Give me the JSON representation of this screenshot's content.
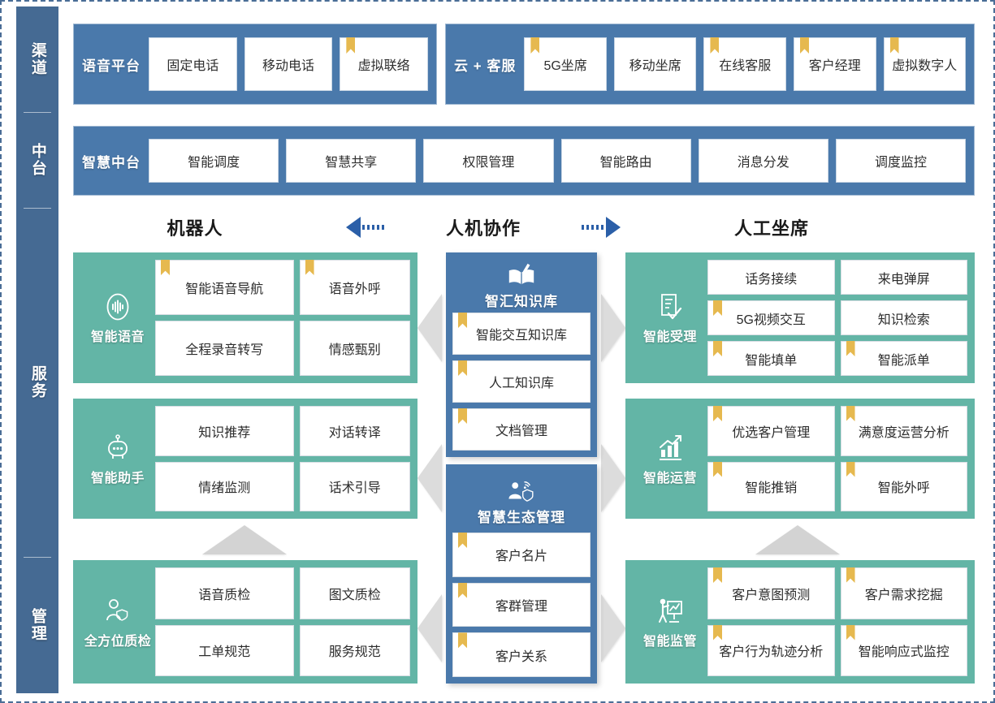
{
  "rail": {
    "items": [
      {
        "label": "渠道"
      },
      {
        "label": "中台"
      },
      {
        "label": "服务"
      },
      {
        "label": "管理"
      }
    ]
  },
  "colors": {
    "rail_blue": "#456a93",
    "band_blue": "#4a79ab",
    "panel_green": "#63b5a6",
    "ribbon_gold": "#e6b94f",
    "arrow_blue": "#2b5fa8",
    "gray_arrow": "#dcdcdc",
    "border_dash": "#4a6d96"
  },
  "channel": {
    "voice_platform": {
      "title": "语音平台",
      "items": [
        {
          "label": "固定电话",
          "ribbon": false
        },
        {
          "label": "移动电话",
          "ribbon": false
        },
        {
          "label": "虚拟联络",
          "ribbon": true
        }
      ]
    },
    "cloud_service": {
      "title": "云 + 客服",
      "items": [
        {
          "label": "5G坐席",
          "ribbon": true
        },
        {
          "label": "移动坐席",
          "ribbon": false
        },
        {
          "label": "在线客服",
          "ribbon": true
        },
        {
          "label": "客户经理",
          "ribbon": true
        },
        {
          "label": "虚拟数字人",
          "ribbon": true
        }
      ]
    }
  },
  "midplatform": {
    "title": "智慧中台",
    "items": [
      {
        "label": "智能调度",
        "ribbon": false
      },
      {
        "label": "智慧共享",
        "ribbon": false
      },
      {
        "label": "权限管理",
        "ribbon": false
      },
      {
        "label": "智能路由",
        "ribbon": false
      },
      {
        "label": "消息分发",
        "ribbon": false
      },
      {
        "label": "调度监控",
        "ribbon": false
      }
    ]
  },
  "flow": {
    "left_label": "机器人",
    "center_label": "人机协作",
    "right_label": "人工坐席",
    "left_arrow_icon": "arrow-left-dashed",
    "right_arrow_icon": "arrow-right-dashed"
  },
  "left_panels": [
    {
      "title": "智能语音",
      "icon": "voice-wave-icon",
      "cells": [
        {
          "label": "智能语音导航",
          "ribbon": true
        },
        {
          "label": "语音外呼",
          "ribbon": true
        },
        {
          "label": "全程录音转写",
          "ribbon": false
        },
        {
          "label": "情感甄别",
          "ribbon": false
        }
      ]
    },
    {
      "title": "智能助手",
      "icon": "robot-icon",
      "cells": [
        {
          "label": "知识推荐",
          "ribbon": false
        },
        {
          "label": "对话转译",
          "ribbon": false
        },
        {
          "label": "情绪监测",
          "ribbon": false
        },
        {
          "label": "话术引导",
          "ribbon": false
        }
      ]
    },
    {
      "title": "全方位质检",
      "icon": "person-shield-icon",
      "cells": [
        {
          "label": "语音质检",
          "ribbon": false
        },
        {
          "label": "图文质检",
          "ribbon": false
        },
        {
          "label": "工单规范",
          "ribbon": false
        },
        {
          "label": "服务规范",
          "ribbon": false
        }
      ]
    }
  ],
  "center_cards": [
    {
      "title": "智汇知识库",
      "icon": "open-book-pen-icon",
      "items": [
        {
          "label": "智能交互知识库",
          "ribbon": true
        },
        {
          "label": "人工知识库",
          "ribbon": true
        },
        {
          "label": "文档管理",
          "ribbon": true
        }
      ]
    },
    {
      "title": "智慧生态管理",
      "icon": "person-network-icon",
      "items": [
        {
          "label": "客户名片",
          "ribbon": true
        },
        {
          "label": "客群管理",
          "ribbon": true
        },
        {
          "label": "客户关系",
          "ribbon": true
        }
      ]
    }
  ],
  "right_panels": [
    {
      "title": "智能受理",
      "icon": "document-check-icon",
      "cells": [
        {
          "label": "话务接续",
          "ribbon": false
        },
        {
          "label": "来电弹屏",
          "ribbon": false
        },
        {
          "label": "5G视频交互",
          "ribbon": true
        },
        {
          "label": "知识检索",
          "ribbon": false
        },
        {
          "label": "智能填单",
          "ribbon": true
        },
        {
          "label": "智能派单",
          "ribbon": true
        }
      ]
    },
    {
      "title": "智能运营",
      "icon": "growth-chart-icon",
      "cells": [
        {
          "label": "优选客户管理",
          "ribbon": true
        },
        {
          "label": "满意度运营分析",
          "ribbon": true
        },
        {
          "label": "智能推销",
          "ribbon": true
        },
        {
          "label": "智能外呼",
          "ribbon": true
        }
      ]
    },
    {
      "title": "智能监管",
      "icon": "presenter-board-icon",
      "cells": [
        {
          "label": "客户意图预测",
          "ribbon": true
        },
        {
          "label": "客户需求挖掘",
          "ribbon": true
        },
        {
          "label": "客户行为轨迹分析",
          "ribbon": true
        },
        {
          "label": "智能响应式监控",
          "ribbon": true
        }
      ]
    }
  ]
}
